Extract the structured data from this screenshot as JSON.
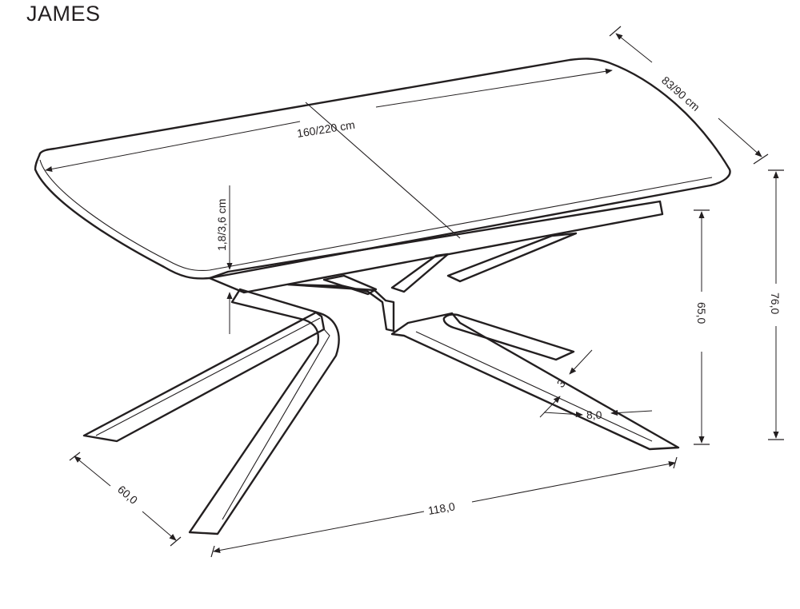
{
  "title": "JAMES",
  "colors": {
    "line": "#231f20",
    "background": "#ffffff"
  },
  "dimensions": {
    "length": "160/220 cm",
    "width": "83/90 cm",
    "top_thickness": "1,8/3,6 cm",
    "total_height": "76,0",
    "base_height": "65,0",
    "base_length": "118,0",
    "base_width": "60,0",
    "leg_width": "8,0",
    "leg_thickness": "3"
  }
}
